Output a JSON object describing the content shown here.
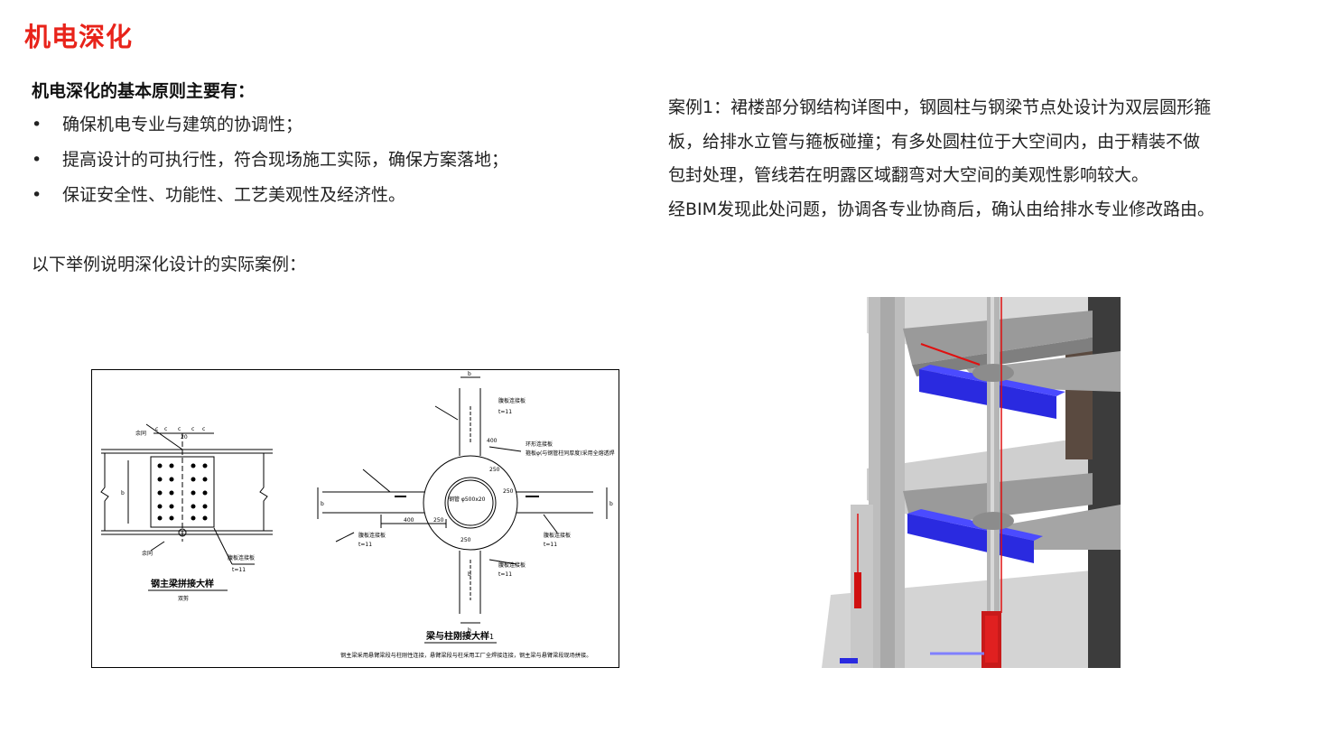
{
  "title": "机电深化",
  "principles": {
    "heading": "机电深化的基本原则主要有：",
    "bullet_symbol": "•",
    "items": [
      "确保机电专业与建筑的协调性；",
      "提高设计的可执行性，符合现场施工实际，确保方案落地；",
      "保证安全性、功能性、工艺美观性及经济性。"
    ]
  },
  "intro": "以下举例说明深化设计的实际案例：",
  "case": {
    "lines": [
      "案例1：裙楼部分钢结构详图中，钢圆柱与钢梁节点处设计为双层圆形箍",
      "板，给排水立管与箍板碰撞；有多处圆柱位于大空间内，由于精装不做",
      "包封处理，管线若在明露区域翻弯对大空间的美观性影响较大。",
      "经BIM发现此处问题，协调各专业协商后，确认由给排水专业修改路由。"
    ]
  },
  "drawing": {
    "left_title": "钢主梁拼接大样",
    "left_subtitle": "双剪",
    "right_title": "梁与柱刚接大样",
    "right_title_mark": "1",
    "note": "钢主梁采用悬臂梁段与柱刚性连接，悬臂梁段与柱采用工厂全焊接连接，钢主梁与悬臂梁段现场拼接。",
    "labels": {
      "c": "c",
      "b": "b",
      "d20": "20",
      "l400": "400",
      "l250": "250",
      "pipe": "钢管 φ500x20",
      "t11": "t=11",
      "dbl": "双剪",
      "cut": "余同",
      "plate": "腹板连接板",
      "ring": "环形连接板",
      "ring_note": "箍板φ(与钢管柱同厚度)采用全熔透焊"
    }
  },
  "colors": {
    "title": "#e8231a",
    "pipe_blue": "#2a2ae0",
    "pipe_red": "#e01010"
  }
}
